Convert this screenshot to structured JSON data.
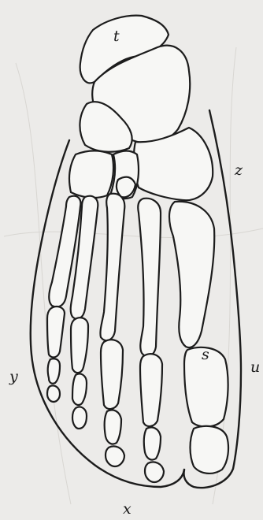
{
  "labels": {
    "t": "t",
    "z": "z",
    "y": "y",
    "s": "s",
    "u": "u",
    "x": "x"
  },
  "colors": {
    "paper": "#ecebe9",
    "bone_fill": "#f7f7f5",
    "ink": "#1c1c1c"
  }
}
